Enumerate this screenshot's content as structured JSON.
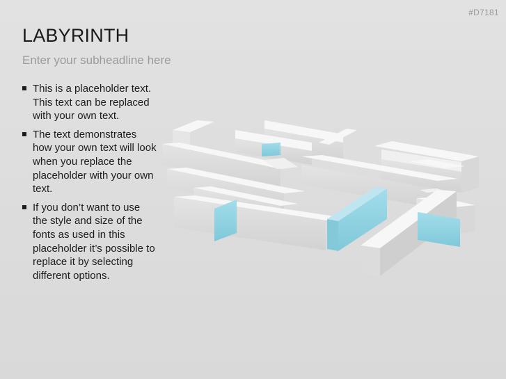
{
  "slide_id": "#D7181",
  "title": "LABYRINTH",
  "subtitle": "Enter your subheadline here",
  "bullets": [
    "This is a placeholder text. This text can be replaced with your own text.",
    "The text demonstrates how your own text will look when you replace the placeholder with your own text.",
    "If you don’t want to use the style and size of the fonts as used in this placeholder it’s possible to replace it by selecting different options."
  ],
  "colors": {
    "wall_top": "#f6f6f6",
    "wall_side": "#dedede",
    "wall_shadow": "#c8c8c8",
    "highlight": "#8ed3e4",
    "highlight_dark": "#6fbfd4"
  }
}
